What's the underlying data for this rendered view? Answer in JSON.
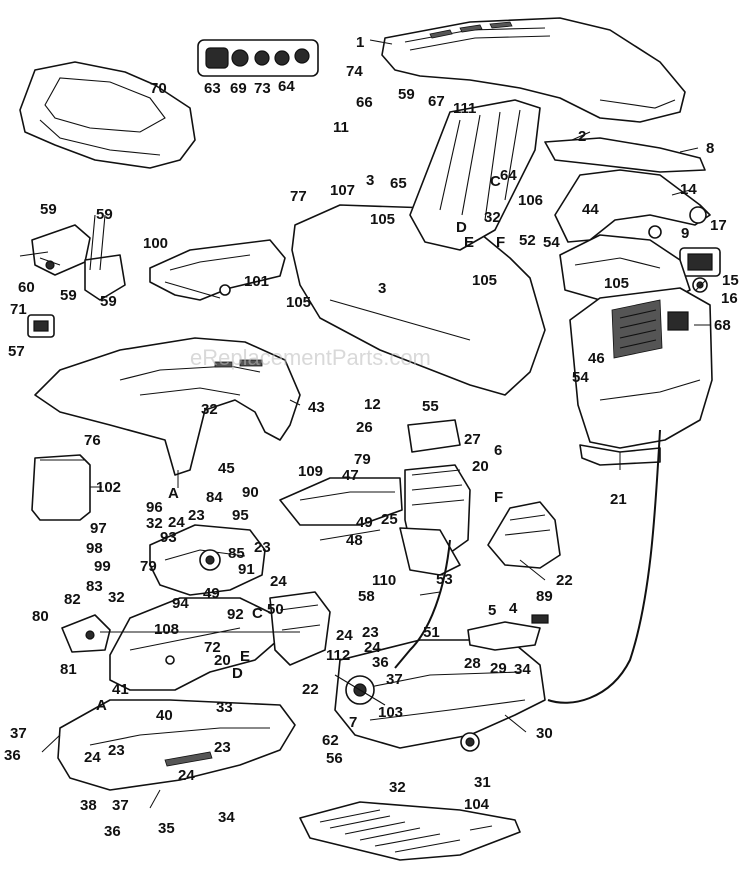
{
  "watermark": "eReplacementParts.com",
  "callouts": [
    {
      "id": "c1",
      "text": "1"
    },
    {
      "id": "c2",
      "text": "2"
    },
    {
      "id": "c3a",
      "text": "3"
    },
    {
      "id": "c3b",
      "text": "3"
    },
    {
      "id": "c4",
      "text": "4"
    },
    {
      "id": "c5",
      "text": "5"
    },
    {
      "id": "c6",
      "text": "6"
    },
    {
      "id": "c7",
      "text": "7"
    },
    {
      "id": "c8",
      "text": "8"
    },
    {
      "id": "c9",
      "text": "9"
    },
    {
      "id": "c11",
      "text": "11"
    },
    {
      "id": "c12",
      "text": "12"
    },
    {
      "id": "c14",
      "text": "14"
    },
    {
      "id": "c15",
      "text": "15"
    },
    {
      "id": "c16",
      "text": "16"
    },
    {
      "id": "c17",
      "text": "17"
    },
    {
      "id": "c20a",
      "text": "20"
    },
    {
      "id": "c20b",
      "text": "20"
    },
    {
      "id": "c21",
      "text": "21"
    },
    {
      "id": "c22a",
      "text": "22"
    },
    {
      "id": "c22b",
      "text": "22"
    },
    {
      "id": "c23a",
      "text": "23"
    },
    {
      "id": "c23b",
      "text": "23"
    },
    {
      "id": "c23c",
      "text": "23"
    },
    {
      "id": "c23d",
      "text": "23"
    },
    {
      "id": "c23e",
      "text": "23"
    },
    {
      "id": "c24a",
      "text": "24"
    },
    {
      "id": "c24b",
      "text": "24"
    },
    {
      "id": "c24c",
      "text": "24"
    },
    {
      "id": "c24d",
      "text": "24"
    },
    {
      "id": "c24e",
      "text": "24"
    },
    {
      "id": "c24f",
      "text": "24"
    },
    {
      "id": "c25",
      "text": "25"
    },
    {
      "id": "c26",
      "text": "26"
    },
    {
      "id": "c27",
      "text": "27"
    },
    {
      "id": "c28",
      "text": "28"
    },
    {
      "id": "c29",
      "text": "29"
    },
    {
      "id": "c30",
      "text": "30"
    },
    {
      "id": "c31",
      "text": "31"
    },
    {
      "id": "c32a",
      "text": "32"
    },
    {
      "id": "c32b",
      "text": "32"
    },
    {
      "id": "c32c",
      "text": "32"
    },
    {
      "id": "c32d",
      "text": "32"
    },
    {
      "id": "c32e",
      "text": "32"
    },
    {
      "id": "c33",
      "text": "33"
    },
    {
      "id": "c34a",
      "text": "34"
    },
    {
      "id": "c34b",
      "text": "34"
    },
    {
      "id": "c35",
      "text": "35"
    },
    {
      "id": "c36a",
      "text": "36"
    },
    {
      "id": "c36b",
      "text": "36"
    },
    {
      "id": "c36c",
      "text": "36"
    },
    {
      "id": "c37a",
      "text": "37"
    },
    {
      "id": "c37b",
      "text": "37"
    },
    {
      "id": "c37c",
      "text": "37"
    },
    {
      "id": "c38",
      "text": "38"
    },
    {
      "id": "c40",
      "text": "40"
    },
    {
      "id": "c41",
      "text": "41"
    },
    {
      "id": "c43",
      "text": "43"
    },
    {
      "id": "c44",
      "text": "44"
    },
    {
      "id": "c45",
      "text": "45"
    },
    {
      "id": "c46",
      "text": "46"
    },
    {
      "id": "c47",
      "text": "47"
    },
    {
      "id": "c48",
      "text": "48"
    },
    {
      "id": "c49a",
      "text": "49"
    },
    {
      "id": "c49b",
      "text": "49"
    },
    {
      "id": "c50",
      "text": "50"
    },
    {
      "id": "c51",
      "text": "51"
    },
    {
      "id": "c52",
      "text": "52"
    },
    {
      "id": "c53",
      "text": "53"
    },
    {
      "id": "c54a",
      "text": "54"
    },
    {
      "id": "c54b",
      "text": "54"
    },
    {
      "id": "c55",
      "text": "55"
    },
    {
      "id": "c56",
      "text": "56"
    },
    {
      "id": "c57",
      "text": "57"
    },
    {
      "id": "c58",
      "text": "58"
    },
    {
      "id": "c59a",
      "text": "59"
    },
    {
      "id": "c59b",
      "text": "59"
    },
    {
      "id": "c59c",
      "text": "59"
    },
    {
      "id": "c59d",
      "text": "59"
    },
    {
      "id": "c59e",
      "text": "59"
    },
    {
      "id": "c60",
      "text": "60"
    },
    {
      "id": "c62",
      "text": "62"
    },
    {
      "id": "c63",
      "text": "63"
    },
    {
      "id": "c64a",
      "text": "64"
    },
    {
      "id": "c64b",
      "text": "64"
    },
    {
      "id": "c65",
      "text": "65"
    },
    {
      "id": "c66",
      "text": "66"
    },
    {
      "id": "c67",
      "text": "67"
    },
    {
      "id": "c68",
      "text": "68"
    },
    {
      "id": "c69",
      "text": "69"
    },
    {
      "id": "c70",
      "text": "70"
    },
    {
      "id": "c71",
      "text": "71"
    },
    {
      "id": "c72",
      "text": "72"
    },
    {
      "id": "c73",
      "text": "73"
    },
    {
      "id": "c74",
      "text": "74"
    },
    {
      "id": "c76",
      "text": "76"
    },
    {
      "id": "c77",
      "text": "77"
    },
    {
      "id": "c79a",
      "text": "79"
    },
    {
      "id": "c79b",
      "text": "79"
    },
    {
      "id": "c80",
      "text": "80"
    },
    {
      "id": "c81",
      "text": "81"
    },
    {
      "id": "c82",
      "text": "82"
    },
    {
      "id": "c83",
      "text": "83"
    },
    {
      "id": "c84",
      "text": "84"
    },
    {
      "id": "c85",
      "text": "85"
    },
    {
      "id": "c89",
      "text": "89"
    },
    {
      "id": "c90",
      "text": "90"
    },
    {
      "id": "c91",
      "text": "91"
    },
    {
      "id": "c92",
      "text": "92"
    },
    {
      "id": "c93",
      "text": "93"
    },
    {
      "id": "c94",
      "text": "94"
    },
    {
      "id": "c95",
      "text": "95"
    },
    {
      "id": "c96",
      "text": "96"
    },
    {
      "id": "c97",
      "text": "97"
    },
    {
      "id": "c98",
      "text": "98"
    },
    {
      "id": "c99",
      "text": "99"
    },
    {
      "id": "c100",
      "text": "100"
    },
    {
      "id": "c101",
      "text": "101"
    },
    {
      "id": "c102",
      "text": "102"
    },
    {
      "id": "c103",
      "text": "103"
    },
    {
      "id": "c104",
      "text": "104"
    },
    {
      "id": "c105a",
      "text": "105"
    },
    {
      "id": "c105b",
      "text": "105"
    },
    {
      "id": "c105c",
      "text": "105"
    },
    {
      "id": "c105d",
      "text": "105"
    },
    {
      "id": "c106",
      "text": "106"
    },
    {
      "id": "c107",
      "text": "107"
    },
    {
      "id": "c108",
      "text": "108"
    },
    {
      "id": "c109",
      "text": "109"
    },
    {
      "id": "c110",
      "text": "110"
    },
    {
      "id": "c111",
      "text": "111"
    },
    {
      "id": "c112",
      "text": "112"
    },
    {
      "id": "cA1",
      "text": "A"
    },
    {
      "id": "cA2",
      "text": "A"
    },
    {
      "id": "cC1",
      "text": "C"
    },
    {
      "id": "cC2",
      "text": "C"
    },
    {
      "id": "cD1",
      "text": "D"
    },
    {
      "id": "cD2",
      "text": "D"
    },
    {
      "id": "cE1",
      "text": "E"
    },
    {
      "id": "cE2",
      "text": "E"
    },
    {
      "id": "cF1",
      "text": "F"
    },
    {
      "id": "cF2",
      "text": "F"
    }
  ]
}
